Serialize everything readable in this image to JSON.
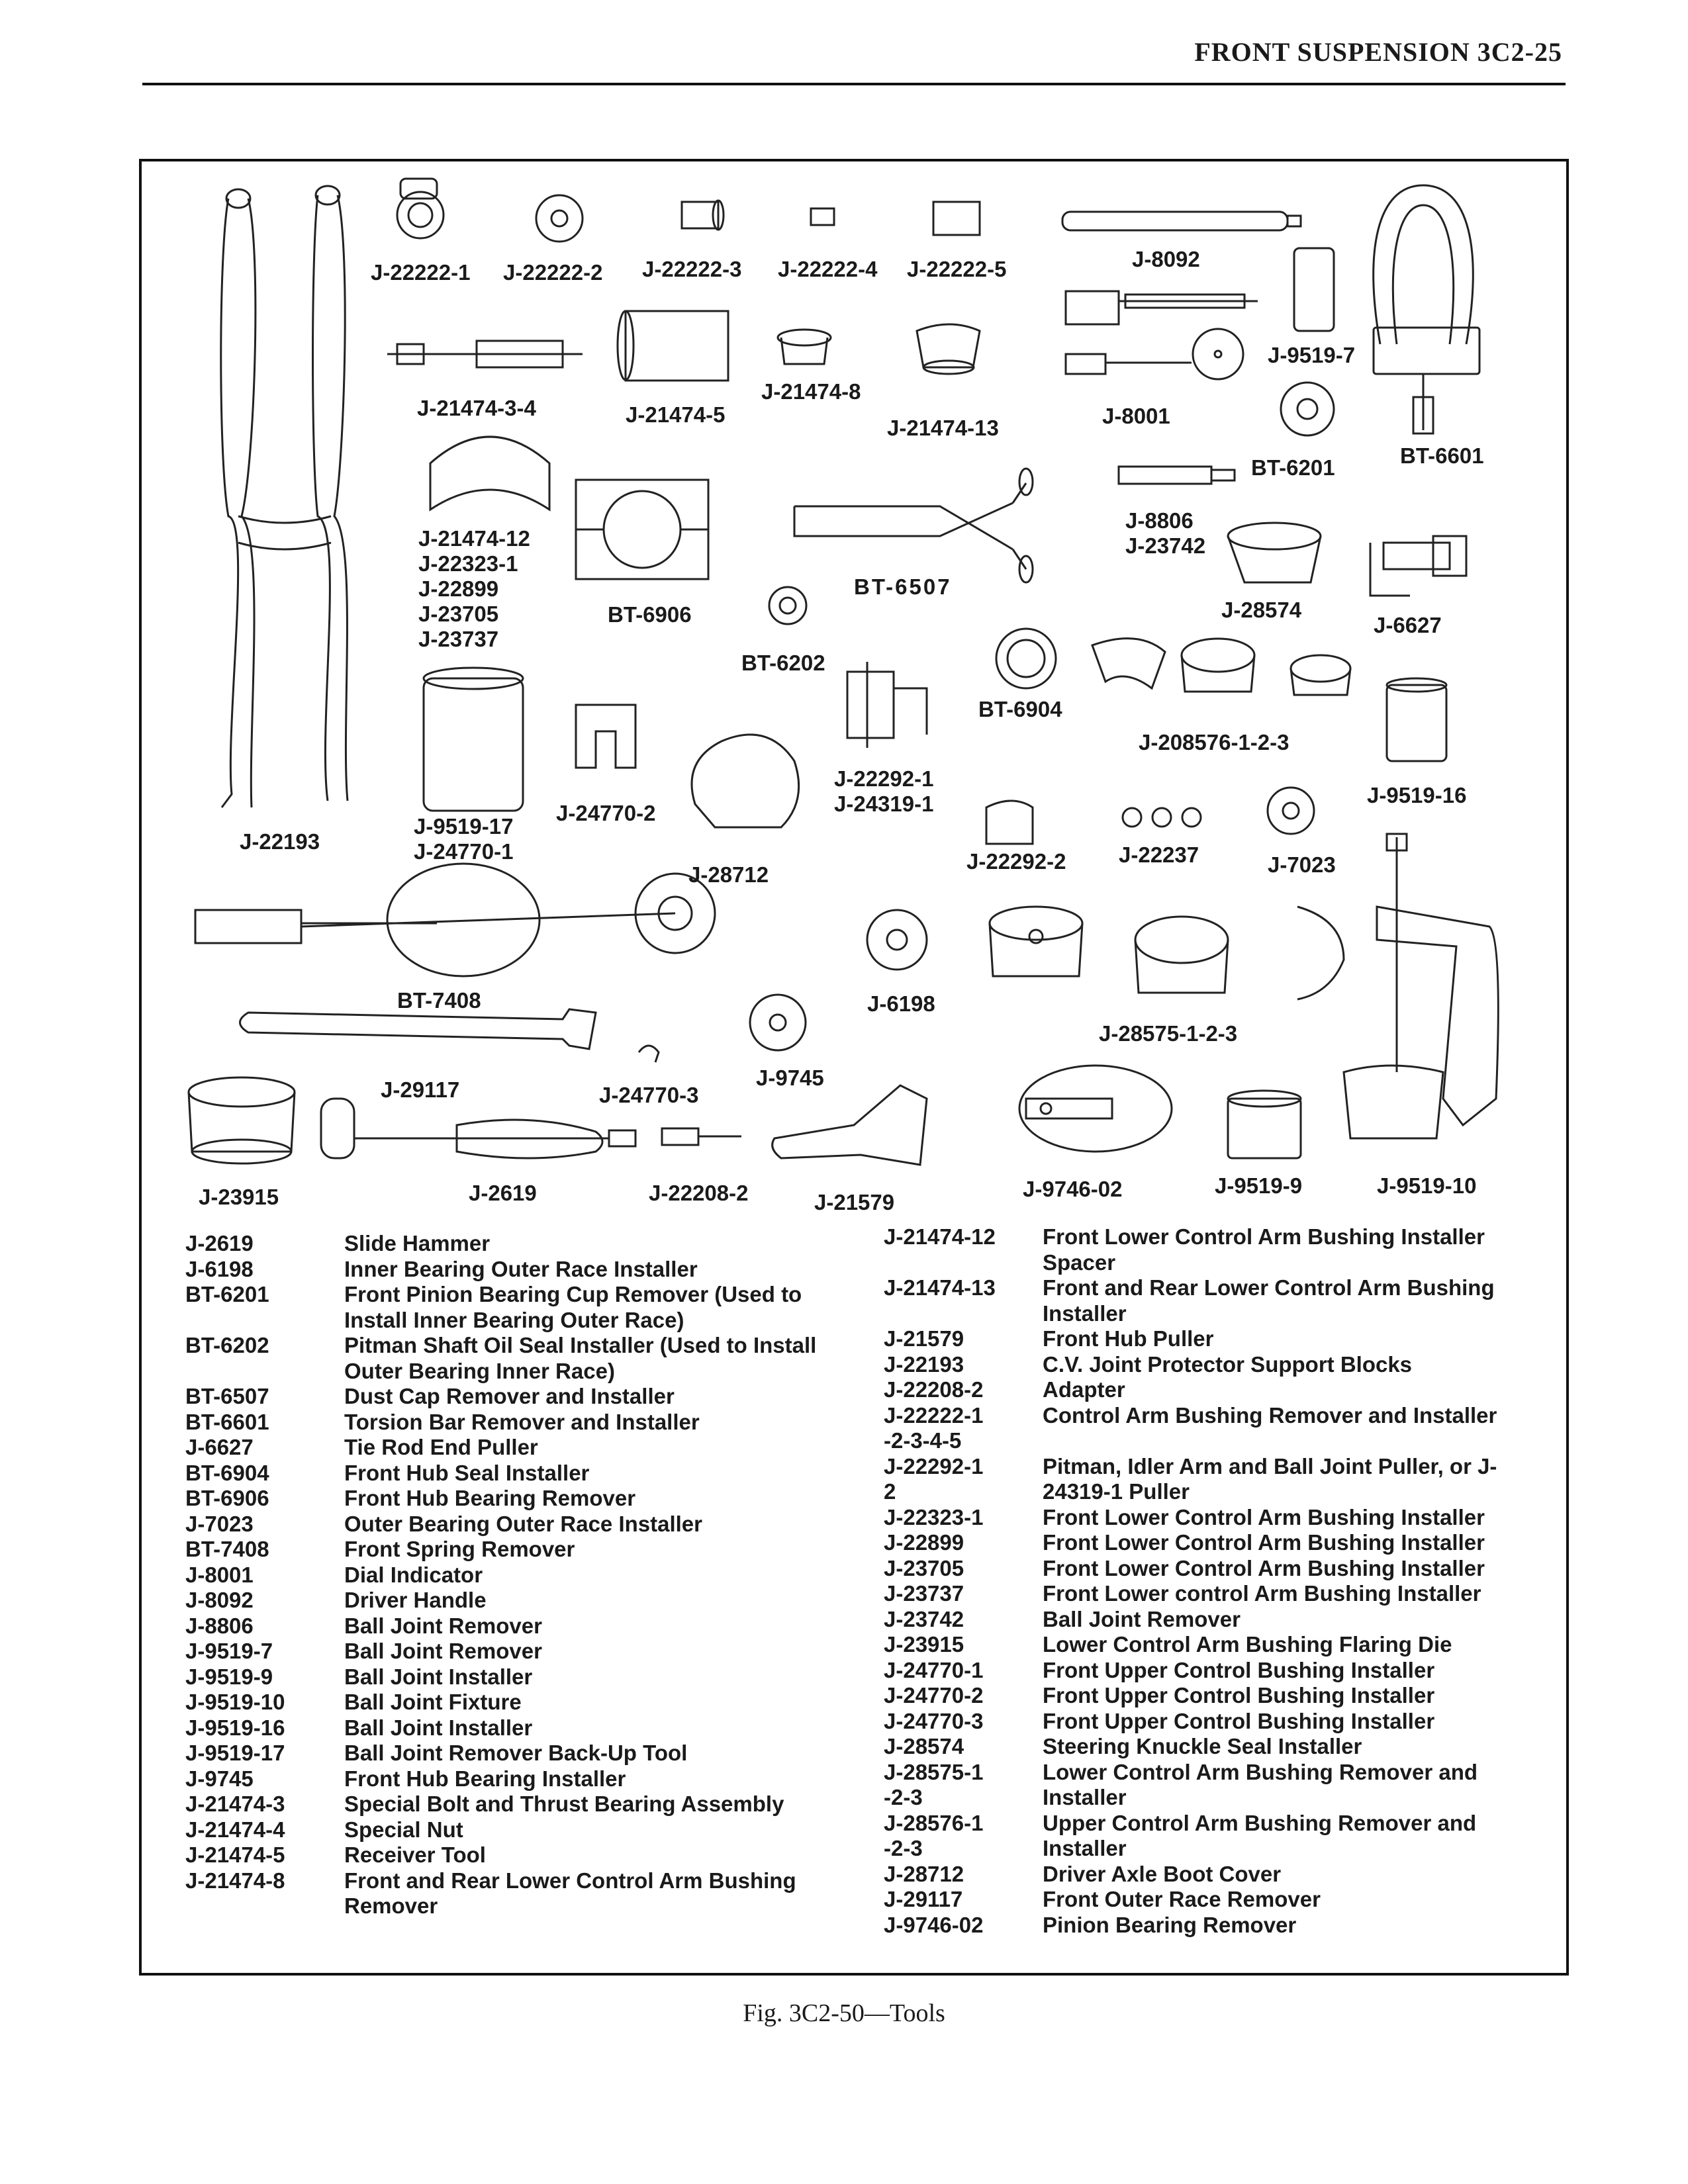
{
  "header": {
    "title": "FRONT SUSPENSION  3C2-25"
  },
  "figure_labels": [
    "J-22222-1",
    "J-22222-2",
    "J-22222-3",
    "J-22222-4",
    "J-22222-5",
    "J-8092",
    "J-9519-7",
    "BT-6601",
    "J-21474-3-4",
    "J-21474-5",
    "J-21474-8",
    "J-21474-13",
    "J-8001",
    "BT-6201",
    "J-21474-12\nJ-22323-1\nJ-22899\nJ-23705\nJ-23737",
    "BT-6906",
    "BT-6507",
    "J-8806\nJ-23742",
    "J-28574",
    "J-6627",
    "BT-6202",
    "BT-6904",
    "J-208576-1-2-3",
    "J-22193",
    "J-9519-17\nJ-24770-1",
    "J-24770-2",
    "J-22292-1\nJ-24319-1",
    "J-9519-16",
    "J-28712",
    "J-22292-2",
    "J-22237",
    "J-7023",
    "BT-7408",
    "J-6198",
    "J-28575-1-2-3",
    "J-29117",
    "J-24770-3",
    "J-9745",
    "J-23915",
    "J-2619",
    "J-22208-2",
    "J-21579",
    "J-9746-02",
    "J-9519-9",
    "J-9519-10"
  ],
  "tools_left": [
    {
      "num": "J-2619",
      "desc": "Slide Hammer"
    },
    {
      "num": "J-6198",
      "desc": "Inner Bearing Outer Race Installer"
    },
    {
      "num": "BT-6201",
      "desc": "Front Pinion Bearing Cup Remover (Used to Install Inner Bearing Outer Race)"
    },
    {
      "num": "BT-6202",
      "desc": "Pitman Shaft Oil Seal Installer (Used to Install Outer Bearing Inner Race)"
    },
    {
      "num": "BT-6507",
      "desc": "Dust Cap Remover and Installer"
    },
    {
      "num": "BT-6601",
      "desc": "Torsion Bar Remover and Installer"
    },
    {
      "num": "J-6627",
      "desc": "Tie Rod End Puller"
    },
    {
      "num": "BT-6904",
      "desc": "Front Hub Seal Installer"
    },
    {
      "num": "BT-6906",
      "desc": "Front Hub Bearing Remover"
    },
    {
      "num": "J-7023",
      "desc": "Outer Bearing Outer Race Installer"
    },
    {
      "num": "BT-7408",
      "desc": "Front Spring Remover"
    },
    {
      "num": "J-8001",
      "desc": "Dial Indicator"
    },
    {
      "num": "J-8092",
      "desc": "Driver Handle"
    },
    {
      "num": "J-8806",
      "desc": "Ball Joint Remover"
    },
    {
      "num": "J-9519-7",
      "desc": "Ball Joint Remover"
    },
    {
      "num": "J-9519-9",
      "desc": "Ball Joint Installer"
    },
    {
      "num": "J-9519-10",
      "desc": "Ball Joint Fixture"
    },
    {
      "num": "J-9519-16",
      "desc": "Ball Joint Installer"
    },
    {
      "num": "J-9519-17",
      "desc": "Ball Joint Remover Back-Up Tool"
    },
    {
      "num": "J-9745",
      "desc": "Front Hub Bearing Installer"
    },
    {
      "num": "J-21474-3",
      "desc": "Special Bolt and Thrust Bearing Assembly"
    },
    {
      "num": "J-21474-4",
      "desc": "Special Nut"
    },
    {
      "num": "J-21474-5",
      "desc": "Receiver Tool"
    },
    {
      "num": "J-21474-8",
      "desc": "Front and Rear Lower Control Arm Bushing Remover"
    }
  ],
  "tools_right": [
    {
      "num": "J-21474-12",
      "desc": "Front Lower Control Arm Bushing Installer Spacer"
    },
    {
      "num": "J-21474-13",
      "desc": "Front and Rear Lower Control Arm Bushing Installer"
    },
    {
      "num": "J-21579",
      "desc": "Front Hub Puller"
    },
    {
      "num": "J-22193",
      "desc": "C.V. Joint Protector Support Blocks"
    },
    {
      "num": "J-22208-2",
      "desc": "Adapter"
    },
    {
      "num": "J-22222-1\n-2-3-4-5",
      "desc": "Control Arm Bushing Remover and Installer"
    },
    {
      "num": "J-22292-1\n2",
      "desc": "Pitman, Idler Arm and Ball Joint Puller, or J-24319-1 Puller"
    },
    {
      "num": "J-22323-1",
      "desc": "Front Lower Control Arm Bushing Installer"
    },
    {
      "num": "J-22899",
      "desc": "Front Lower Control Arm Bushing Installer"
    },
    {
      "num": "J-23705",
      "desc": "Front Lower Control Arm Bushing Installer"
    },
    {
      "num": "J-23737",
      "desc": "Front Lower control Arm Bushing Installer"
    },
    {
      "num": "J-23742",
      "desc": "Ball Joint Remover"
    },
    {
      "num": "J-23915",
      "desc": "Lower Control Arm Bushing Flaring Die"
    },
    {
      "num": "J-24770-1",
      "desc": "Front Upper Control Bushing Installer"
    },
    {
      "num": "J-24770-2",
      "desc": "Front Upper Control Bushing Installer"
    },
    {
      "num": "J-24770-3",
      "desc": "Front Upper Control Bushing Installer"
    },
    {
      "num": "J-28574",
      "desc": "Steering Knuckle Seal Installer"
    },
    {
      "num": "J-28575-1\n-2-3",
      "desc": "Lower Control Arm Bushing Remover and Installer"
    },
    {
      "num": "J-28576-1\n-2-3",
      "desc": "Upper Control Arm Bushing Remover and Installer"
    },
    {
      "num": "J-28712",
      "desc": "Driver Axle Boot Cover"
    },
    {
      "num": "J-29117",
      "desc": "Front Outer Race Remover"
    },
    {
      "num": "J-9746-02",
      "desc": "Pinion Bearing Remover"
    }
  ],
  "caption": "Fig. 3C2-50—Tools"
}
